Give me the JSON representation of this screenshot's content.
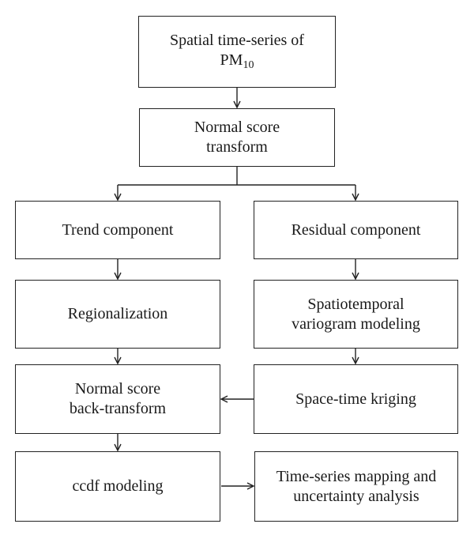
{
  "nodes": {
    "source": {
      "line1": "Spatial time-series of",
      "line2_main": "PM",
      "line2_sub": "10"
    },
    "nst": {
      "line1": "Normal score",
      "line2": "transform"
    },
    "trend": {
      "line1": "Trend component"
    },
    "residual": {
      "line1": "Residual component"
    },
    "regional": {
      "line1": "Regionalization"
    },
    "variogram": {
      "line1": "Spatiotemporal",
      "line2": "variogram modeling"
    },
    "backtrans": {
      "line1": "Normal score",
      "line2": "back-transform"
    },
    "kriging": {
      "line1": "Space-time kriging"
    },
    "ccdf": {
      "line1": "ccdf modeling"
    },
    "mapping": {
      "line1": "Time-series mapping and",
      "line2": "uncertainty analysis"
    }
  },
  "colors": {
    "stroke": "#222222",
    "text": "#1a1a1a",
    "background": "#ffffff"
  }
}
